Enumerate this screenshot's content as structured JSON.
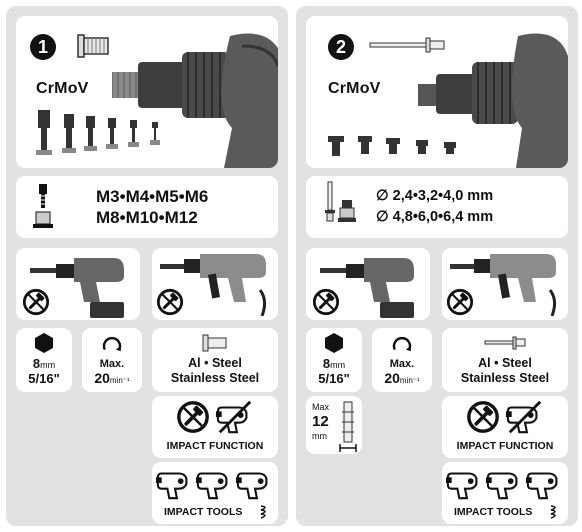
{
  "left": {
    "number": "1",
    "material": "CrMoV",
    "sizes_line1": "M3•M4•M5•M6",
    "sizes_line2": "M8•M10•M12",
    "hex_size_mm": "8",
    "hex_unit": "mm",
    "hex_size_inch": "5/16\"",
    "max_label": "Max.",
    "max_value": "20",
    "max_unit": "min⁻¹",
    "materials_line1": "Al • Steel",
    "materials_line2": "Stainless Steel",
    "impact_function_label": "IMPACT FUNCTION",
    "impact_tools_label": "IMPACT TOOLS"
  },
  "right": {
    "number": "2",
    "material": "CrMoV",
    "sizes_line1": "∅ 2,4•3,2•4,0 mm",
    "sizes_line2": "∅ 4,8•6,0•6,4 mm",
    "hex_size_mm": "8",
    "hex_unit": "mm",
    "hex_size_inch": "5/16\"",
    "max_label": "Max.",
    "max_value": "20",
    "max_unit": "min⁻¹",
    "grip_max_label": "Max",
    "grip_max_value": "12",
    "grip_max_unit": "mm",
    "materials_line1": "Al • Steel",
    "materials_line2": "Stainless Steel",
    "impact_function_label": "IMPACT FUNCTION",
    "impact_tools_label": "IMPACT TOOLS"
  },
  "colors": {
    "panel_bg": "#e2e2e3",
    "card_bg": "#ffffff",
    "ink": "#111111"
  },
  "icons": [
    "rivet-nut-icon",
    "blind-rivet-icon",
    "no-hammer-icon",
    "hex-shank-icon",
    "rotation-arrow-icon",
    "impact-drill-icon",
    "impact-wrench-icon"
  ]
}
